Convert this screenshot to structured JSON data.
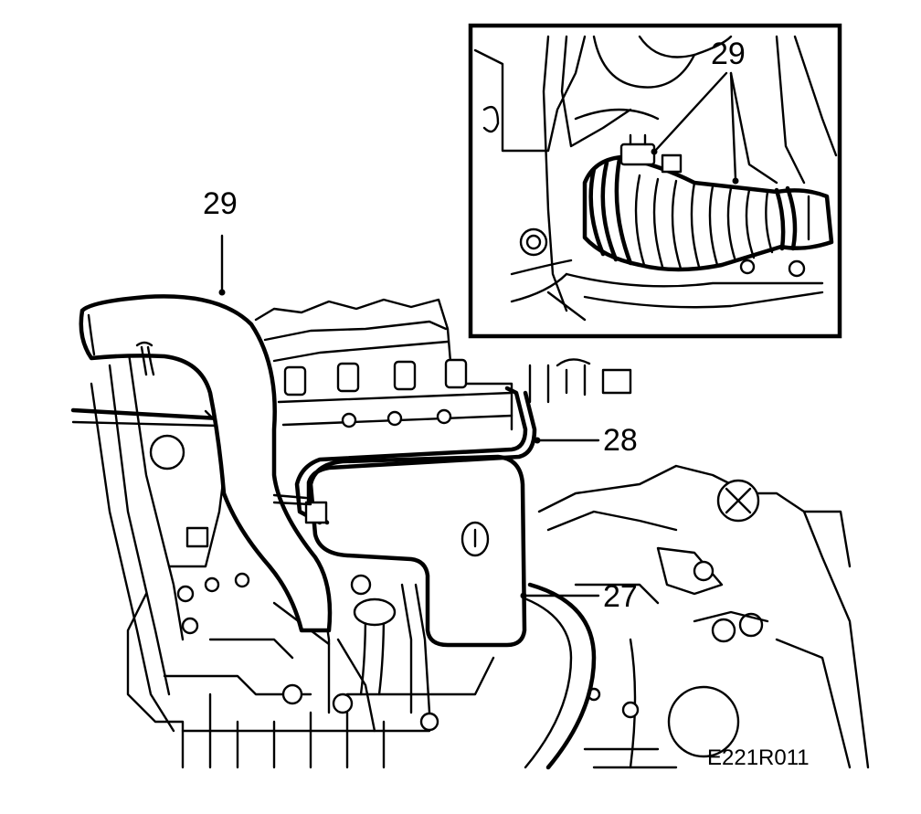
{
  "callouts": {
    "hose_main": "29",
    "hose_inset": "29",
    "pipe": "28",
    "cover": "27"
  },
  "figure_code": "E221R011",
  "colors": {
    "ink": "#000000",
    "paper": "#ffffff"
  }
}
